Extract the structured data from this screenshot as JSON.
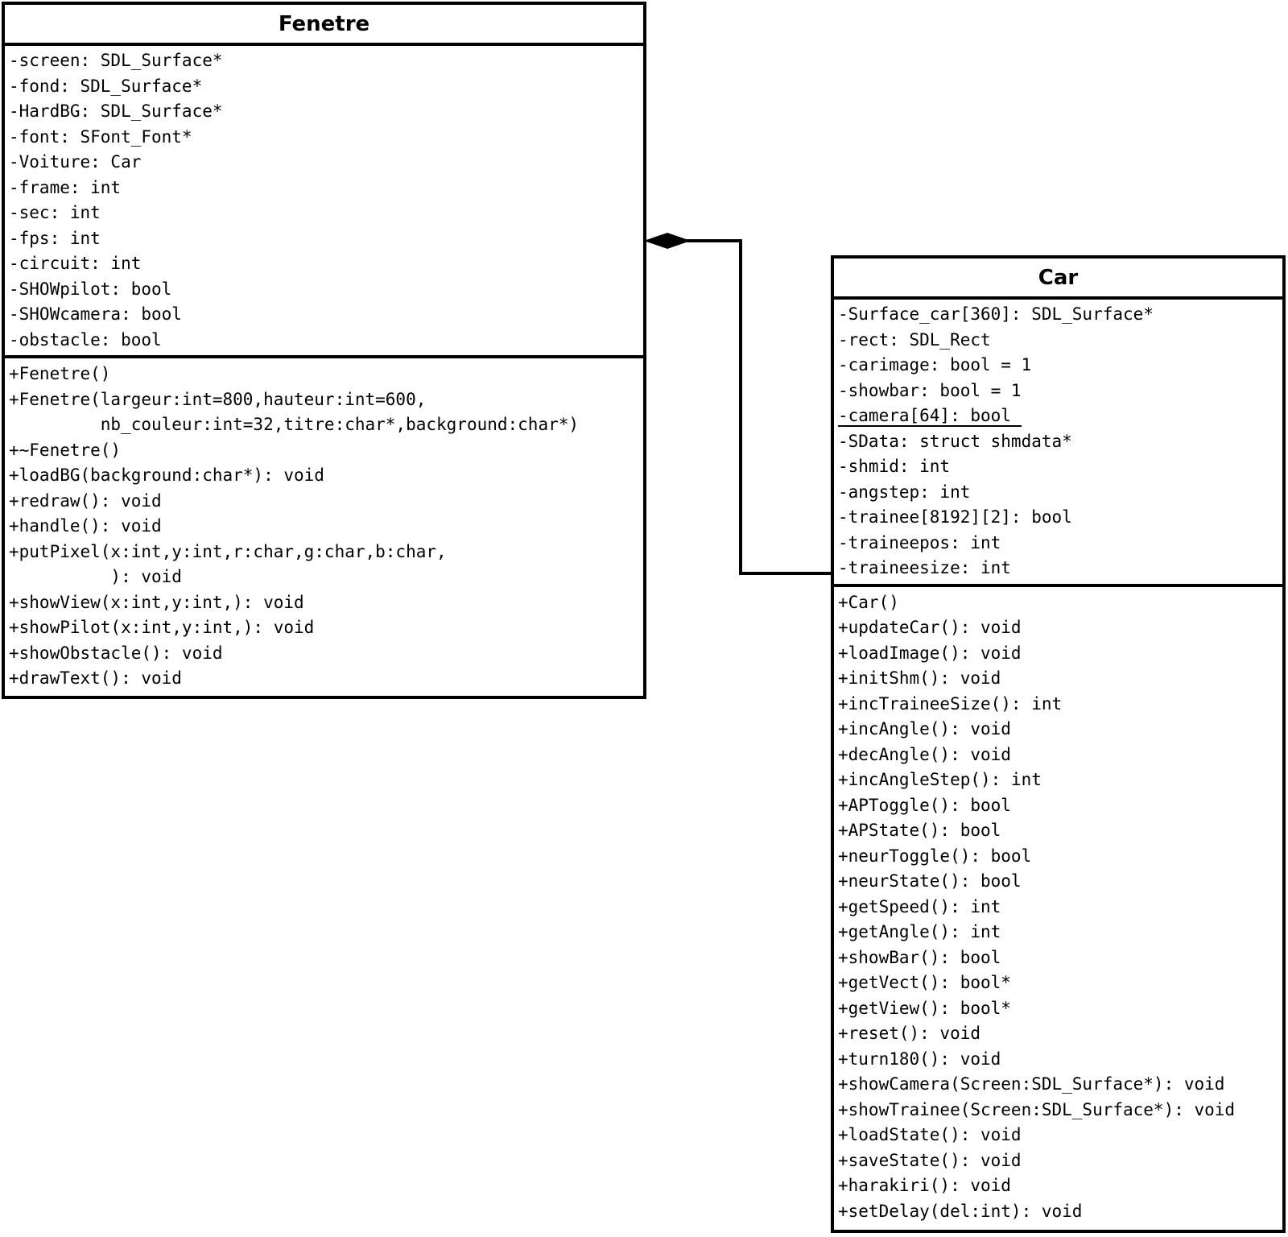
{
  "diagram": {
    "type": "uml-class-diagram",
    "colors": {
      "stroke": "#000000",
      "fill": "#ffffff",
      "text": "#000000"
    },
    "relationship": {
      "type": "composition",
      "owner": "Fenetre",
      "part": "Car",
      "diamond": "filled"
    },
    "classes": [
      {
        "name": "Fenetre",
        "attributes": [
          "-screen: SDL_Surface*",
          "-fond: SDL_Surface*",
          "-HardBG: SDL_Surface*",
          "-font: SFont_Font*",
          "-Voiture: Car",
          "-frame: int",
          "-sec: int",
          "-fps: int",
          "-circuit: int",
          "-SHOWpilot: bool",
          "-SHOWcamera: bool",
          "-obstacle: bool"
        ],
        "methods": [
          "+Fenetre()",
          "+Fenetre(largeur:int=800,hauteur:int=600,",
          "         nb_couleur:int=32,titre:char*,background:char*)",
          "+~Fenetre()",
          "+loadBG(background:char*): void",
          "+redraw(): void",
          "+handle(): void",
          "+putPixel(x:int,y:int,r:char,g:char,b:char,",
          "          ): void",
          "+showView(x:int,y:int,): void",
          "+showPilot(x:int,y:int,): void",
          "+showObstacle(): void",
          "+drawText(): void"
        ]
      },
      {
        "name": "Car",
        "attributes": [
          "-Surface_car[360]: SDL_Surface*",
          "-rect: SDL_Rect",
          "-carimage: bool = 1",
          "-showbar: bool = 1",
          {
            "text": "-camera[64]: bool ",
            "static": true
          },
          "-SData: struct shmdata*",
          "-shmid: int",
          "-angstep: int",
          "-trainee[8192][2]: bool",
          "-traineepos: int",
          "-traineesize: int"
        ],
        "methods": [
          "+Car()",
          "+updateCar(): void",
          "+loadImage(): void",
          "+initShm(): void",
          "+incTraineeSize(): int",
          "+incAngle(): void",
          "+decAngle(): void",
          "+incAngleStep(): int",
          "+APToggle(): bool",
          "+APState(): bool",
          "+neurToggle(): bool",
          "+neurState(): bool",
          "+getSpeed(): int",
          "+getAngle(): int",
          "+showBar(): bool",
          "+getVect(): bool*",
          "+getView(): bool*",
          "+reset(): void",
          "+turn180(): void",
          "+showCamera(Screen:SDL_Surface*): void",
          "+showTrainee(Screen:SDL_Surface*): void",
          "+loadState(): void",
          "+saveState(): void",
          "+harakiri(): void",
          "+setDelay(del:int): void"
        ]
      }
    ]
  }
}
